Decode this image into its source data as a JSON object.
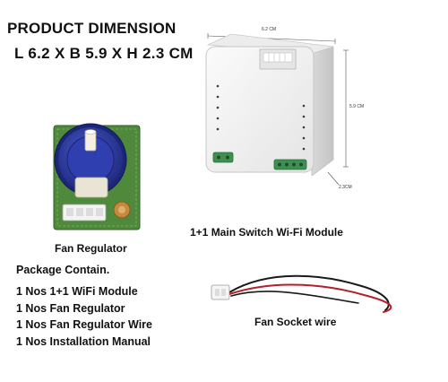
{
  "header": {
    "title": "PRODUCT DIMENSION",
    "dimensions": "L 6.2 X B 5.9 X H 2.3 CM"
  },
  "module": {
    "caption": "1+1 Main Switch Wi-Fi Module",
    "dim_length": "6.2 CM",
    "dim_breadth": "5.9 CM",
    "dim_height": "2.3CM",
    "color": "#f2f2f2",
    "terminal_color": "#3f8f52"
  },
  "regulator": {
    "caption": "Fan Regulator",
    "knob_color": "#2b3a9c",
    "board_color": "#4f8a3c"
  },
  "wire": {
    "caption": "Fan Socket wire"
  },
  "package": {
    "heading": "Package Contain.",
    "items": [
      "1 Nos 1+1 WiFi Module",
      "1 Nos Fan Regulator",
      "1 Nos Fan Regulator Wire",
      "1 Nos Installation Manual"
    ]
  }
}
